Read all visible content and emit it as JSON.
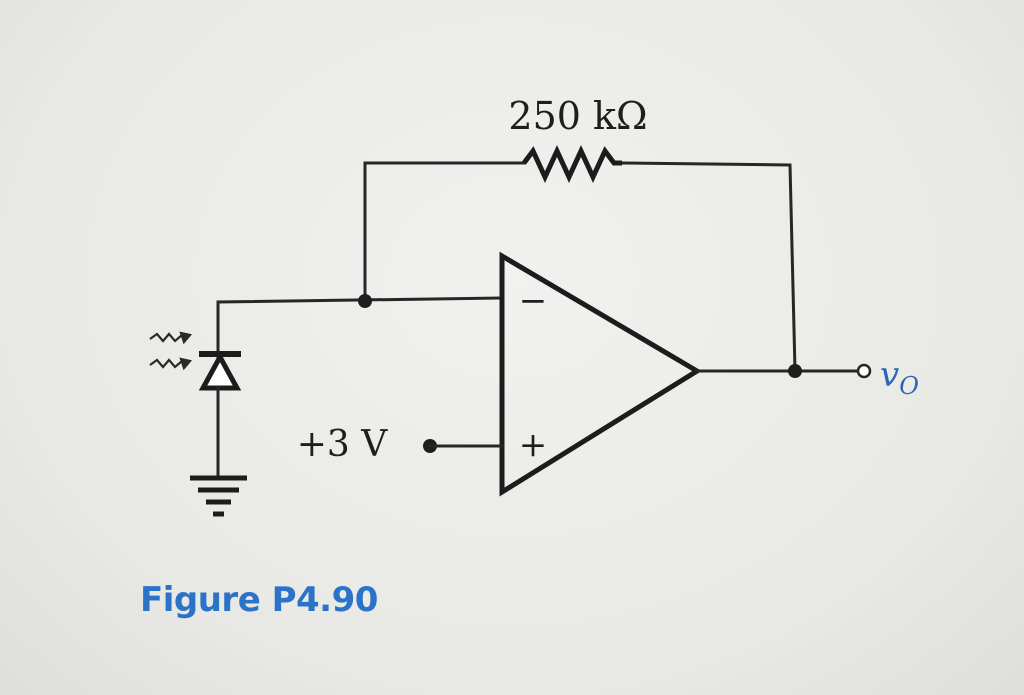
{
  "colors": {
    "ink": "#262626",
    "caption_blue": "#2b73c8",
    "output_label_blue": "#2e63b5"
  },
  "resistor": {
    "label": "250 kΩ"
  },
  "opamp": {
    "inverting_sign": "−",
    "noninverting_sign": "+"
  },
  "source": {
    "label": "+3 V"
  },
  "output": {
    "label_main": "v",
    "label_sub": "O"
  },
  "icons": [
    "photodiode-icon",
    "light-arrows-icon",
    "ground-icon",
    "resistor-icon",
    "op-amp-icon"
  ],
  "caption": {
    "text": "Figure P4.90"
  }
}
